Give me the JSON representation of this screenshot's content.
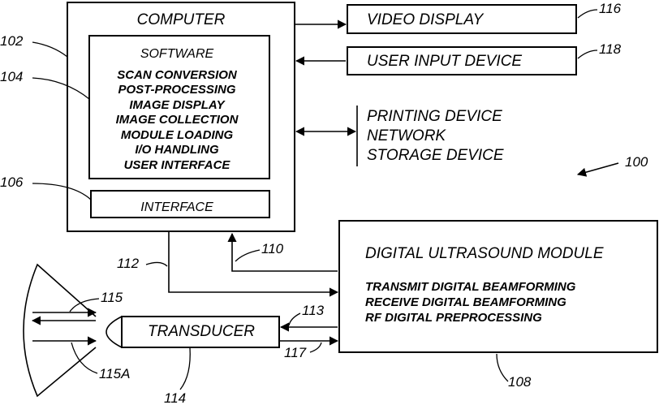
{
  "computer": {
    "title": "COMPUTER",
    "software": {
      "title": "SOFTWARE",
      "items": [
        "SCAN CONVERSION",
        "POST-PROCESSING",
        "IMAGE DISPLAY",
        "IMAGE COLLECTION",
        "MODULE LOADING",
        "I/O HANDLING",
        "USER INTERFACE"
      ]
    },
    "interface": "INTERFACE"
  },
  "video_display": "VIDEO DISPLAY",
  "user_input_device": "USER INPUT DEVICE",
  "peripherals": [
    "PRINTING DEVICE",
    "NETWORK",
    "STORAGE DEVICE"
  ],
  "ultrasound_module": {
    "title": "DIGITAL ULTRASOUND MODULE",
    "items": [
      "TRANSMIT DIGITAL BEAMFORMING",
      "RECEIVE DIGITAL BEAMFORMING",
      "RF DIGITAL PREPROCESSING"
    ]
  },
  "transducer": "TRANSDUCER",
  "refs": {
    "r100": "100",
    "r102": "102",
    "r104": "104",
    "r106": "106",
    "r108": "108",
    "r110": "110",
    "r112": "112",
    "r113": "113",
    "r114": "114",
    "r115": "115",
    "r115a": "115A",
    "r116": "116",
    "r117": "117",
    "r118": "118"
  }
}
